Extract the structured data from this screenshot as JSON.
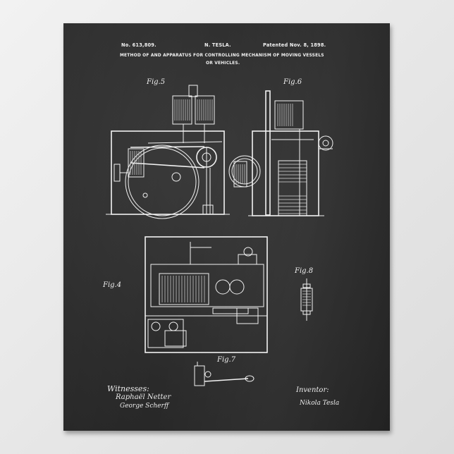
{
  "header": {
    "patent_number": "No. 613,809.",
    "inventor_name": "N. TESLA.",
    "patent_date": "Patented Nov. 8, 1898.",
    "title_line_1": "METHOD OF AND APPARATUS FOR CONTROLLING MECHANISM OF MOVING VESSELS",
    "title_line_2": "OR VEHICLES."
  },
  "figures": {
    "fig5": "Fig.5",
    "fig6": "Fig.6",
    "fig4": "Fig.4",
    "fig8": "Fig.8",
    "fig7": "Fig.7"
  },
  "footer": {
    "witnesses_label": "Witnesses:",
    "witness_1": "Raphaël Netter",
    "witness_2": "George Scherff",
    "inventor_label": "Inventor:",
    "inventor_signature": "Nikola Tesla"
  },
  "colors": {
    "board": "#2e2e2e",
    "chalk": "#f2f2f2",
    "wall": "#ececec"
  }
}
